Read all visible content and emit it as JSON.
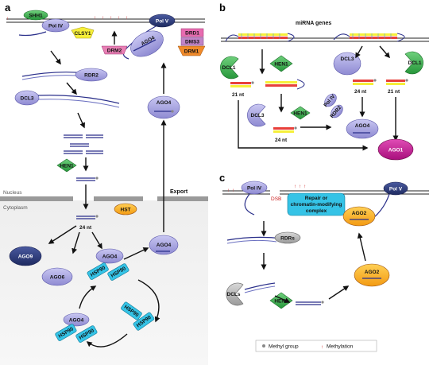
{
  "panels": {
    "a": {
      "label": "a",
      "proteins": {
        "shh1": "SHH1",
        "pol_iv": "Pol IV",
        "clsy1": "CLSY1",
        "pol_v": "Pol V",
        "drd1": "DRD1",
        "dms3": "DMS3",
        "drm1": "DRM1",
        "drm2": "DRM2",
        "ago4_top": "AGO4",
        "rdr2": "RDR2",
        "dcl3": "DCL3",
        "hen1": "HEN1",
        "ago4_export": "AGO4",
        "hst": "HST",
        "ago9": "AGO9",
        "ago6": "AGO6",
        "ago4_complex": "AGO4",
        "ago4_loaded": "AGO4",
        "ago4_bottom": "AGO4",
        "hsp90": "HSP90"
      },
      "nucleus_label": "Nucleus",
      "cytoplasm_label": "Cytoplasm",
      "export_label": "Export",
      "length_label": "24 nt"
    },
    "b": {
      "label": "b",
      "title": "miRNA genes",
      "proteins": {
        "dcl1_left": "DCL1",
        "hen1": "HEN1",
        "dcl3": "DCL3",
        "dcl1_right": "DCL1",
        "dcl3_mid": "DCL3",
        "hen1_mid": "HEN1",
        "pol_iv": "Pol IV",
        "rdr2": "RDR2",
        "ago4": "AGO4",
        "ago1": "AGO1"
      },
      "length_21_left": "21 nt",
      "length_24_right": "24 nt",
      "length_21_right": "21 nt",
      "length_24_mid": "24 nt"
    },
    "c": {
      "label": "c",
      "proteins": {
        "pol_iv": "Pol IV",
        "pol_v": "Pol V",
        "repair_line1": "Repair or",
        "repair_line2": "chromatin-modifying",
        "repair_line3": "complex",
        "ago2_top": "AGO2",
        "rdrs": "RDRs",
        "ago2_mid": "AGO2",
        "dcls": "DCLs",
        "hen1": "HEN1"
      },
      "dsb_label": "DSB"
    }
  },
  "legend": {
    "methyl": "Methyl group",
    "methylation": "Methylation"
  },
  "colors": {
    "ago_lavender": "#a9a6e0",
    "dcl_green": "#35a84a",
    "hen_green": "#2f9a3e",
    "hsp_cyan": "#35c3e6",
    "ago1_magenta": "#c0178f",
    "ago2_orange": "#f7a51a",
    "ago9_navy": "#2b3b7a",
    "methylation_red": "#cc2222"
  }
}
